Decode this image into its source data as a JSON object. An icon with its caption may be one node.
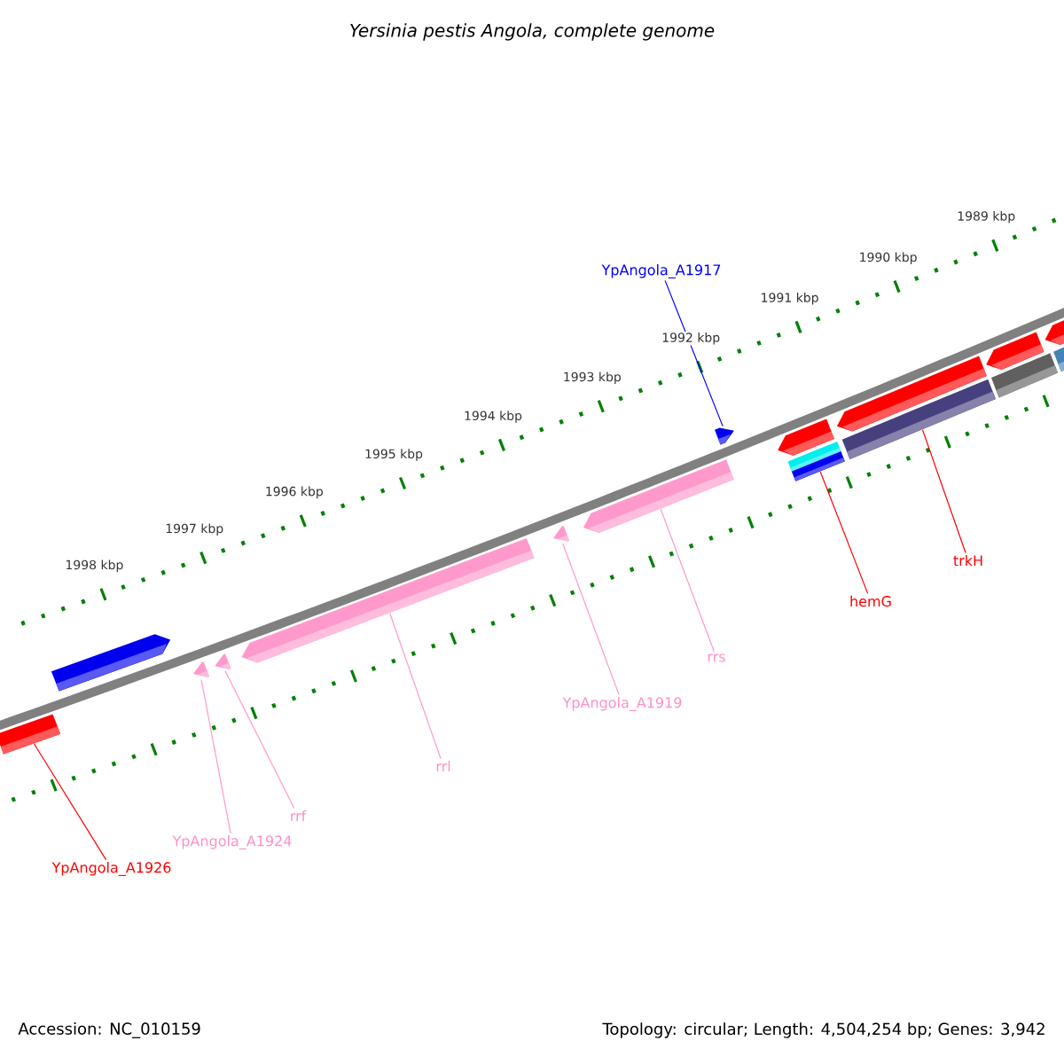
{
  "diagram": {
    "title": "Yersinia pestis Angola, complete genome",
    "nodes": [
      {
        "text": [
          "YpAngola_A1917"
        ]
      },
      {
        "text": [
          "trkH"
        ]
      },
      {
        "text": [
          "hemG"
        ]
      },
      {
        "text": [
          "rrs"
        ]
      },
      {
        "text": [
          "YpAngola_A1919"
        ]
      },
      {
        "text": [
          "rrl"
        ]
      },
      {
        "text": [
          "rrf"
        ]
      },
      {
        "text": [
          "YpAngola_A1924"
        ]
      },
      {
        "text": [
          "YpAngola_A1926"
        ]
      },
      {
        "text": [],
        "shape": "box"
      },
      {
        "text": [],
        "shape": "arrow"
      },
      {
        "text": [],
        "shape": "arrow"
      },
      {
        "text": [],
        "shape": "arrow"
      },
      {
        "text": [],
        "shape": "arrow"
      },
      {
        "text": [],
        "shape": "arrow"
      },
      {
        "text": [],
        "shape": "arrow"
      },
      {
        "text": [],
        "shape": "arrow"
      },
      {
        "text": [],
        "shape": "arrow"
      },
      {
        "text": [],
        "shape": "box"
      },
      {
        "text": [],
        "shape": "box"
      },
      {
        "text": [],
        "shape": "arrow"
      },
      {
        "text": [],
        "shape": "box"
      },
      {
        "text": [],
        "shape": "arrow"
      },
      {
        "text": [],
        "shape": "box"
      },
      {
        "text": [],
        "shape": "arrow"
      },
      {
        "text": [],
        "shape": "box"
      }
    ],
    "edges": [
      {
        "from": 0,
        "to": 16,
        "arrow": "none",
        "color": "#0000ff"
      },
      {
        "from": 1,
        "to": 21,
        "arrow": "none",
        "color": "#ff0000"
      },
      {
        "from": 2,
        "to": 19,
        "arrow": "none",
        "color": "#ff0000"
      },
      {
        "from": 3,
        "to": 15,
        "arrow": "none"
      },
      {
        "from": 4,
        "to": 14,
        "arrow": "none"
      },
      {
        "from": 5,
        "to": 13,
        "arrow": "none"
      },
      {
        "from": 6,
        "to": 12,
        "arrow": "none"
      },
      {
        "from": 7,
        "to": 11,
        "arrow": "none"
      },
      {
        "from": 8,
        "to": 9,
        "arrow": "none",
        "color": "#ff0000"
      }
    ],
    "labels": [
      "1989 kbp",
      "1990 kbp",
      "1991 kbp",
      "1992 kbp",
      "1993 kbp",
      "1994 kbp",
      "1995 kbp",
      "1996 kbp",
      "1997 kbp",
      "1998 kbp",
      "Accession: NC_010159",
      "Topology: circular; Length: 4,504,254 bp; Genes: 3,942"
    ]
  }
}
